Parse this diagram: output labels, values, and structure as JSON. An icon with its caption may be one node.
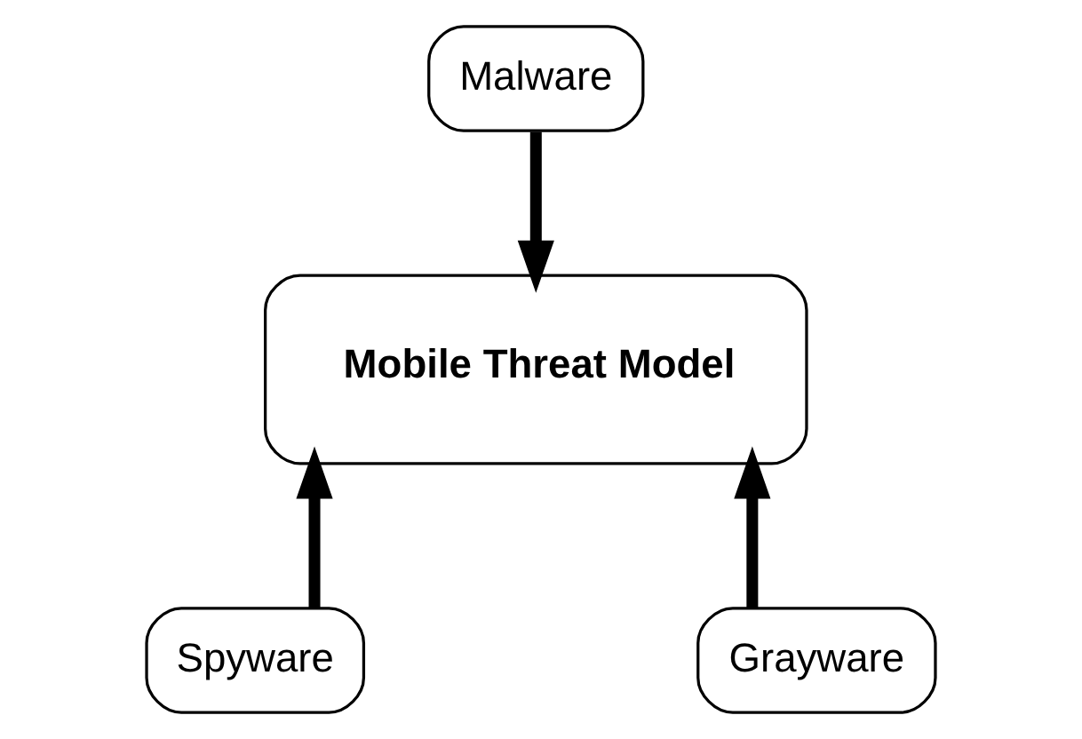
{
  "diagram": {
    "nodes": [
      {
        "text": [
          "Malware"
        ]
      },
      {
        "text": [
          "Mobile Threat Model"
        ]
      },
      {
        "text": [
          "Spyware"
        ]
      },
      {
        "text": [
          "Grayware"
        ]
      }
    ],
    "edges": [
      {
        "from": 0,
        "to": 1,
        "arrow": "to"
      },
      {
        "from": 2,
        "to": 1,
        "arrow": "to"
      },
      {
        "from": 3,
        "to": 1,
        "arrow": "to"
      }
    ]
  }
}
